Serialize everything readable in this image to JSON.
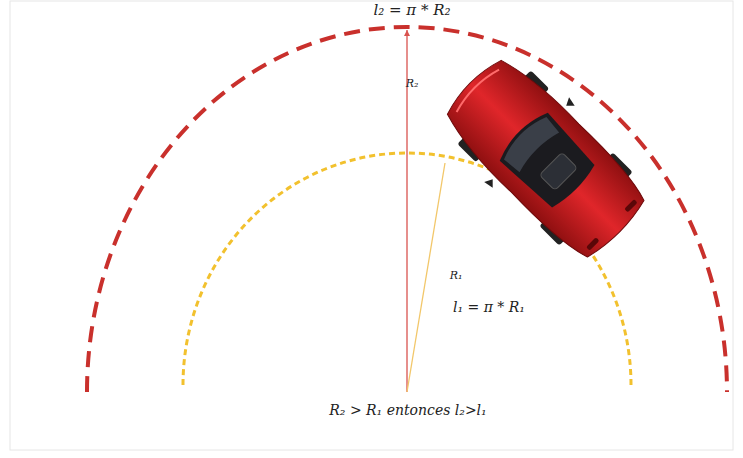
{
  "diagram": {
    "labels": [
      "l₂ = π * R₂",
      "R₂",
      "R₁",
      "l₁ = π * R₁",
      "R₂ > R₁ entonces l₂>l₁"
    ]
  }
}
